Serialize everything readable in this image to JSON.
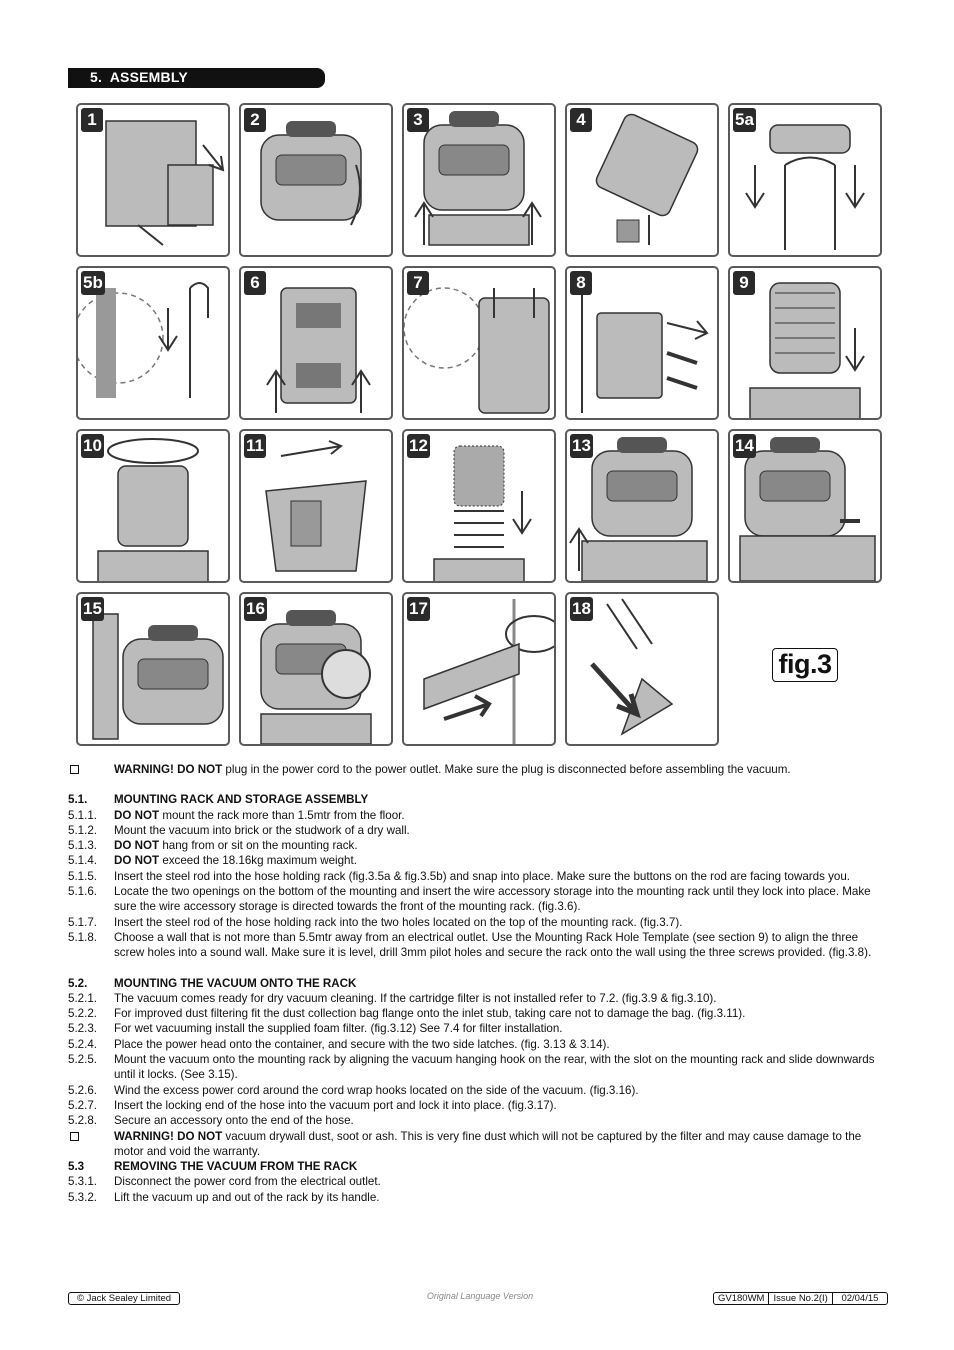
{
  "section": {
    "number": "5.",
    "title": "ASSEMBLY"
  },
  "figure": {
    "label": "fig.3",
    "panels": [
      "1",
      "2",
      "3",
      "4",
      "5a",
      "5b",
      "6",
      "7",
      "8",
      "9",
      "10",
      "11",
      "12",
      "13",
      "14",
      "15",
      "16",
      "17",
      "18"
    ]
  },
  "warning1": {
    "bold": "WARNING! DO NOT",
    "text": " plug in the power cord to the power outlet. Make sure the plug is disconnected before assembling the vacuum."
  },
  "s51": {
    "num": "5.1.",
    "title": "MOUNTING RACK AND STORAGE ASSEMBLY",
    "items": [
      {
        "num": "5.1.1.",
        "bold": "DO NOT",
        "text": " mount the rack more than 1.5mtr from the floor."
      },
      {
        "num": "5.1.2.",
        "bold": "",
        "text": "Mount the vacuum into brick or the studwork of a dry wall."
      },
      {
        "num": "5.1.3.",
        "bold": "DO NOT",
        "text": " hang from or sit on the mounting rack."
      },
      {
        "num": "5.1.4.",
        "bold": "DO NOT",
        "text": " exceed the 18.16kg maximum weight."
      },
      {
        "num": "5.1.5.",
        "bold": "",
        "text": "Insert the steel rod into the hose holding rack (fig.3.5a & fig.3.5b) and snap into place. Make sure the buttons on the rod are facing towards you."
      },
      {
        "num": "5.1.6.",
        "bold": "",
        "text": "Locate the two openings on the bottom of the mounting and insert the wire accessory storage into the mounting rack until they lock into place. Make sure the wire accessory storage is directed towards the front of the mounting rack. (fig.3.6)."
      },
      {
        "num": "5.1.7.",
        "bold": "",
        "text": "Insert the steel rod of the hose holding rack into the two holes located on the top of the mounting rack. (fig.3.7)."
      },
      {
        "num": "5.1.8.",
        "bold": "",
        "text": "Choose a wall that is not more than 5.5mtr away from an electrical outlet. Use the Mounting Rack Hole Template (see section 9) to align the three screw holes into a sound wall. Make sure it is level, drill 3mm pilot holes and secure the rack onto the wall using the three screws provided. (fig.3.8)."
      }
    ]
  },
  "s52": {
    "num": "5.2.",
    "title": "MOUNTING THE VACUUM ONTO THE RACK",
    "items": [
      {
        "num": "5.2.1.",
        "bold": "",
        "text": "The vacuum comes ready for dry vacuum cleaning. If the cartridge filter is not installed refer to 7.2. (fig.3.9 & fig.3.10)."
      },
      {
        "num": "5.2.2.",
        "bold": "",
        "text": "For improved dust filtering fit the dust collection bag flange onto the inlet stub, taking care not to damage the bag. (fig.3.11)."
      },
      {
        "num": "5.2.3.",
        "bold": "",
        "text": "For wet vacuuming install the supplied foam filter. (fig.3.12) See 7.4 for filter installation."
      },
      {
        "num": "5.2.4.",
        "bold": "",
        "text": "Place the power head onto the container, and secure with the two side latches. (fig. 3.13 & 3.14)."
      },
      {
        "num": "5.2.5.",
        "bold": "",
        "text": "Mount the vacuum onto the mounting rack by aligning the vacuum hanging hook on the rear, with the slot on the mounting rack and slide downwards until it locks. (See 3.15)."
      },
      {
        "num": "5.2.6.",
        "bold": "",
        "text": "Wind the excess power cord around the cord wrap hooks located on the side of the vacuum. (fig.3.16)."
      },
      {
        "num": "5.2.7.",
        "bold": "",
        "text": "Insert the locking end of the hose into the vacuum port and lock it into place. (fig.3.17)."
      },
      {
        "num": "5.2.8.",
        "bold": "",
        "text": "Secure an accessory onto the end of the hose."
      }
    ]
  },
  "warning2": {
    "bold": "WARNING! DO NOT",
    "text": " vacuum drywall dust, soot or ash. This is very fine dust which will not be captured by the filter and may cause damage to the motor and void the warranty."
  },
  "s53": {
    "num": "5.3",
    "title": "REMOVING THE VACUUM FROM THE RACK",
    "items": [
      {
        "num": "5.3.1.",
        "bold": "",
        "text": "Disconnect the power cord from the electrical outlet."
      },
      {
        "num": "5.3.2.",
        "bold": "",
        "text": "Lift the vacuum up and out of the rack by its handle."
      }
    ]
  },
  "footer": {
    "copyright": "© Jack Sealey Limited",
    "center": "Original Language Version",
    "model": "GV180WM",
    "issue": "Issue No.2(I)",
    "date": "02/04/15"
  }
}
